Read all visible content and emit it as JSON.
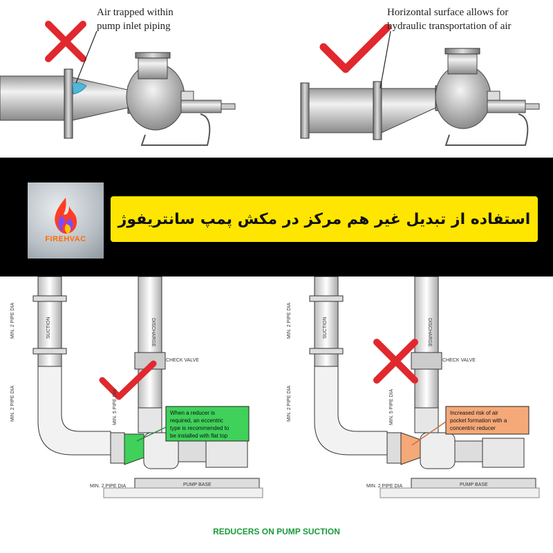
{
  "top": {
    "left_caption_line1": "Air trapped within",
    "left_caption_line2": "pump inlet piping",
    "right_caption_line1": "Horizontal surface allows for",
    "right_caption_line2": "hydraulic transportation of air"
  },
  "banner": {
    "logo_text": "FIREHVAC",
    "title": "استفاده از تبدیل غیر هم مرکز در مکش پمپ سانتریفوژ"
  },
  "bottom": {
    "suction_label": "SUCTION",
    "discharge_label": "DISCHARGE",
    "check_valve_label": "CHECK VALVE",
    "min_2_pipe_dia": "MIN. 2 PIPE DIA",
    "min_5_pipe_dia": "MIN. 5 PIPE DIA",
    "pump_base": "PUMP BASE",
    "green_note_line1": "When a reducer is",
    "green_note_line2": "required, an eccentric",
    "green_note_line3": "type is recommended to",
    "green_note_line4": "be installed with flat top",
    "orange_note_line1": "Increased risk of air",
    "orange_note_line2": "pocket formation with a",
    "orange_note_line3": "concentric reducer",
    "caption": "REDUCERS ON PUMP SUCTION"
  },
  "colors": {
    "cross": "#e0282e",
    "check": "#e0282e",
    "air": "#4fb8d8",
    "green_note": "#3fd15a",
    "orange_note": "#f5a878",
    "banner": "#ffe600"
  }
}
